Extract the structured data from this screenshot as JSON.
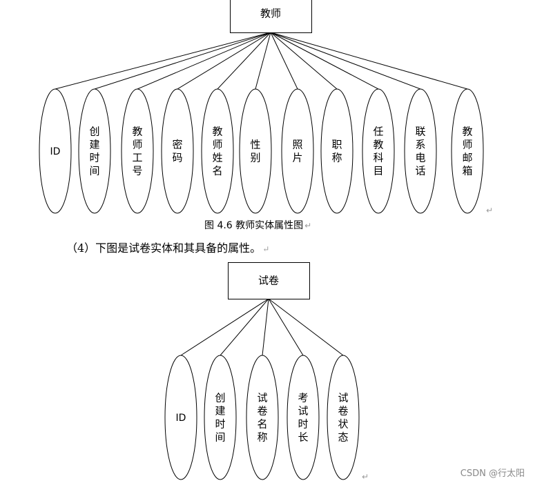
{
  "diagram1": {
    "entity": "教师",
    "attributes": [
      "ID",
      "创建时间",
      "教师工号",
      "密码",
      "教师姓名",
      "性别",
      "照片",
      "职称",
      "任教科目",
      "联系电话",
      "教师邮箱"
    ]
  },
  "caption": "图 4.6  教师实体属性图",
  "paragraph": "（4）下图是试卷实体和其具备的属性。",
  "return_mark": "↵",
  "diagram2": {
    "entity": "试卷",
    "attributes": [
      "ID",
      "创建时间",
      "试卷名称",
      "考试时长",
      "试卷状态"
    ]
  },
  "watermark": "CSDN @行太阳"
}
